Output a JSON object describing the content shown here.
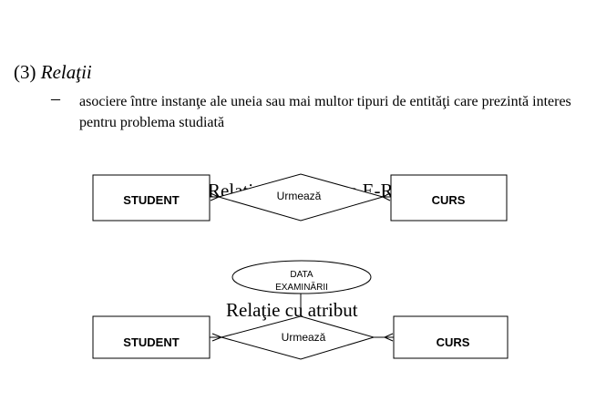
{
  "heading": {
    "number": "(3) ",
    "title": "Relaţii"
  },
  "bullet": {
    "marker": "–",
    "text": "asociere între instanţe ale uneia sau mai multor tipuri de entităţi care prezintă interes pentru problema studiată"
  },
  "diagram1": {
    "caption": "Relaţie în diagrama E-R",
    "entity_left": "STUDENT",
    "relationship": "Urmează",
    "entity_right": "CURS"
  },
  "diagram2": {
    "caption": "Relaţie cu atribut",
    "attribute_line1": "DATA",
    "attribute_line2": "EXAMINĂRII",
    "entity_left": "STUDENT",
    "relationship": "Urmează",
    "entity_right": "CURS"
  }
}
